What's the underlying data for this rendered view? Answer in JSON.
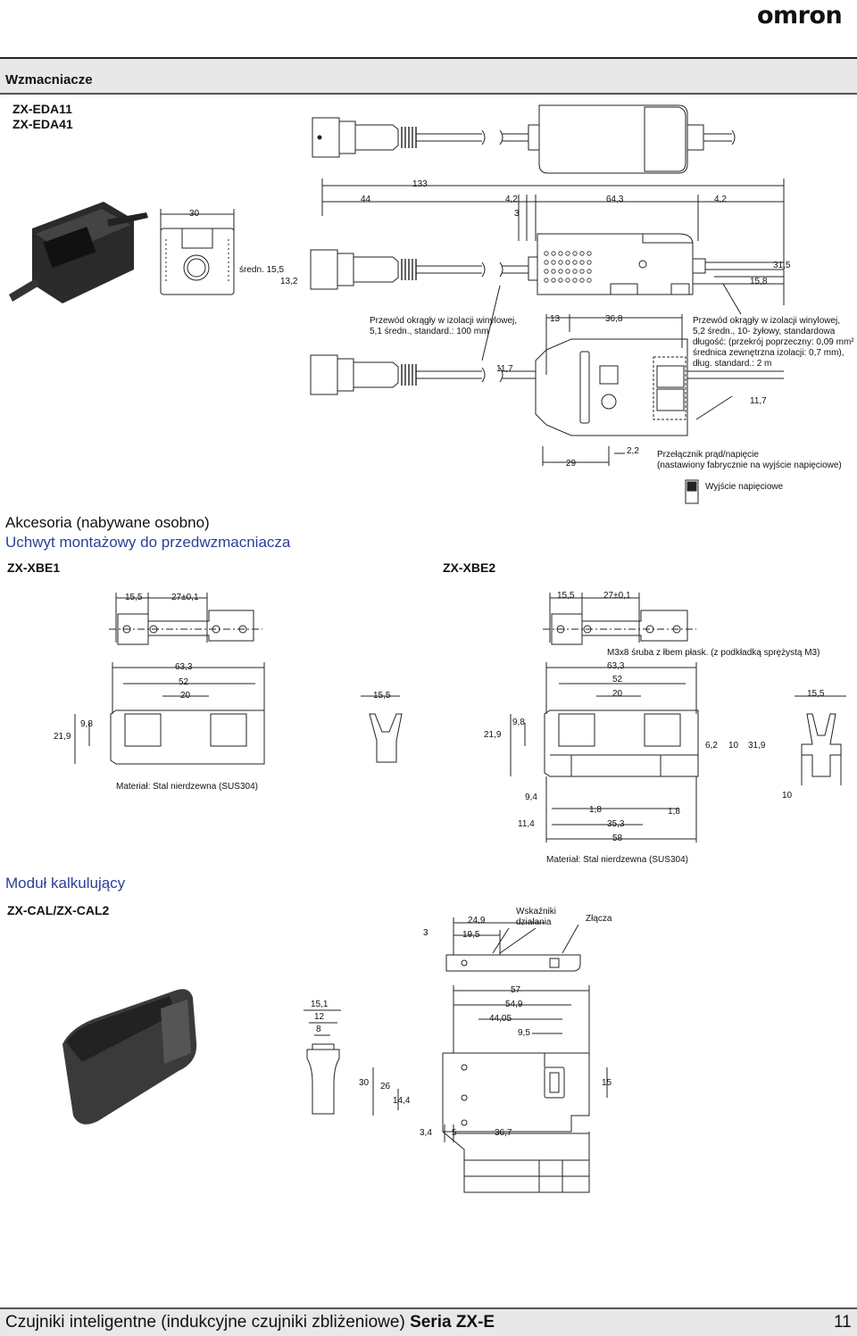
{
  "brand": {
    "logo": "omron"
  },
  "section1": {
    "title": "Wzmacniacze",
    "models": [
      "ZX-EDA11",
      "ZX-EDA41"
    ]
  },
  "amp_dims": {
    "d133": "133",
    "d44": "44",
    "d30": "30",
    "d42a": "4,2",
    "d3": "3",
    "d643": "64,3",
    "d42b": "4,2",
    "d155": "średn. 15,5",
    "d132": "13,2",
    "d315": "31,5",
    "d158": "15,8",
    "d13": "13",
    "d368": "36,8",
    "d117a": "11,7",
    "d117b": "11,7",
    "d29": "29",
    "d22": "2,2"
  },
  "amp_notes": {
    "cable1": [
      "Przewód okrągły w izolacji winylowej,",
      "5,1 średn., standard.: 100 mm"
    ],
    "cable2": [
      "Przewód okrągły w izolacji winylowej,",
      "5,2 średn., 10- żyłowy, standardowa",
      "długość: (przekrój poprzeczny: 0,09 mm²",
      "średnica zewnętrzna izolacji: 0,7 mm),",
      "dług. standard.: 2 m"
    ],
    "switch": [
      "Przełącznik prąd/napięcie",
      "(nastawiony fabrycznie na wyjście napięciowe)"
    ],
    "voltage_out": "Wyjście napięciowe"
  },
  "section2": {
    "title": "Akcesoria (nabywane osobno)",
    "subtitle": "Uchwyt montażowy do przedwzmacniacza",
    "model_a": "ZX-XBE1",
    "model_b": "ZX-XBE2"
  },
  "xbe1_dims": {
    "d155a": "15,5",
    "d27": "27±0,1",
    "d633": "63,3",
    "d52": "52",
    "d20": "20",
    "d155b": "15,5",
    "d219": "21,9",
    "d98": "9,8",
    "material": "Materiał: Stal nierdzewna (SUS304)"
  },
  "xbe2_dims": {
    "d155a": "15,5",
    "d27": "27±0,1",
    "screw": "M3x8 śruba z łbem płask. (z podkładką sprężystą M3)",
    "d633": "63,3",
    "d52": "52",
    "d20": "20",
    "d155b": "15,5",
    "d219": "21,9",
    "d98": "9,8",
    "d62": "6,2",
    "d10a": "10",
    "d319": "31,9",
    "d94": "9,4",
    "d18a": "1,8",
    "d18b": "1,8",
    "d10b": "10",
    "d114": "11,4",
    "d353": "35,3",
    "d58": "58",
    "material": "Materiał: Stal nierdzewna (SUS304)"
  },
  "section3": {
    "subtitle": "Moduł kalkulujący",
    "model": "ZX-CAL/ZX-CAL2"
  },
  "cal_dims": {
    "d3": "3",
    "d249": "24,9",
    "d195": "19,5",
    "indicators": [
      "Wskaźniki",
      "działania"
    ],
    "connectors": "Złącza",
    "d151": "15,1",
    "d12": "12",
    "d8": "8",
    "d57": "57",
    "d549": "54,9",
    "d4405": "44,05",
    "d95": "9,5",
    "d30": "30",
    "d26": "26",
    "d144": "14,4",
    "d15": "15",
    "d34": "3,4",
    "d5": "5",
    "d367": "36,7"
  },
  "footer": {
    "text": "Czujniki inteligentne (indukcyjne czujniki zbliżeniowe)",
    "series": "Seria ZX-E",
    "page": "11"
  }
}
